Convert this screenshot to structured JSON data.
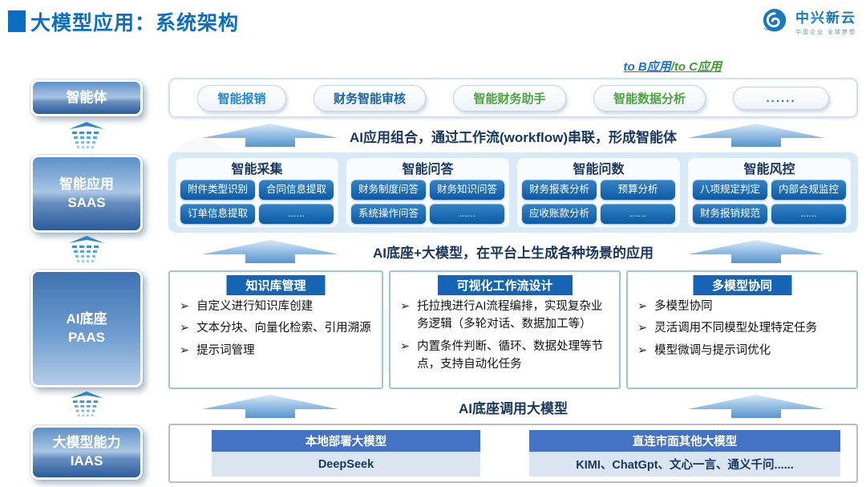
{
  "colors": {
    "title_blue": "#0a6fc2",
    "dark_navy_text": "#17365d",
    "chip_blue_top": "#3584c6",
    "chip_blue_bottom": "#0d5aa5",
    "saas_band_bg": "#d8e9f7",
    "paas_border": "#9dc3e6",
    "paas_tab_bg": "#1565b4",
    "table_header_bg": "#4472c4",
    "table_body_bg": "#dbe5f1",
    "green_accent": "#4ba43f",
    "brand_blue": "#1879be"
  },
  "header": {
    "title": "大模型应用：系统架构",
    "logo_name": "中兴新云",
    "logo_tagline": "中国企业  全球梦想"
  },
  "annotation": {
    "to_b": "to B应用",
    "to_c": "/to C应用"
  },
  "sidebar": {
    "layers": [
      {
        "label": "智能体"
      },
      {
        "label": "智能应用\nSAAS"
      },
      {
        "label": "AI底座\nPAAS"
      },
      {
        "label": "大模型能力\nIAAS"
      }
    ]
  },
  "agent_row": {
    "buttons": [
      {
        "label": "智能报销"
      },
      {
        "label": "财务智能审核"
      },
      {
        "label": "智能财务助手"
      },
      {
        "label": "智能数据分析"
      },
      {
        "label": "......"
      }
    ]
  },
  "flow_arrows": [
    {
      "text": "AI应用组合，通过工作流(workflow)串联，形成智能体"
    },
    {
      "text": "AI底座+大模型，在平台上生成各种场景的应用"
    },
    {
      "text": "AI底座调用大模型"
    }
  ],
  "saas_row": {
    "groups": [
      {
        "title": "智能采集",
        "chips": [
          "附件类型识别",
          "合同信息提取",
          "订单信息提取",
          "......"
        ]
      },
      {
        "title": "智能问答",
        "chips": [
          "财务制度问答",
          "财务知识问答",
          "系统操作问答",
          "......"
        ]
      },
      {
        "title": "智能问数",
        "chips": [
          "财务报表分析",
          "预算分析",
          "应收账款分析",
          "......"
        ]
      },
      {
        "title": "智能风控",
        "chips": [
          "八项规定判定",
          "内部合规监控",
          "财务报销规范",
          "......"
        ]
      }
    ]
  },
  "paas_row": {
    "cards": [
      {
        "title": "知识库管理",
        "bullets": [
          "自定义进行知识库创建",
          "文本分块、向量化检索、引用溯源",
          "提示词管理"
        ]
      },
      {
        "title": "可视化工作流设计",
        "bullets": [
          "托拉拽进行AI流程编排，实现复杂业务逻辑（多轮对话、数据加工等）",
          "内置条件判断、循环、数据处理等节点，支持自动化任务"
        ]
      },
      {
        "title": "多模型协同",
        "bullets": [
          "多模型协同",
          "灵活调用不同模型处理特定任务",
          "模型微调与提示词优化"
        ]
      }
    ]
  },
  "iaas_row": {
    "tables": [
      {
        "header": "本地部署大模型",
        "body": "DeepSeek"
      },
      {
        "header": "直连市面其他大模型",
        "body": "KIMI、ChatGpt、文心一言、通义千问......"
      }
    ]
  },
  "bullet_marker": "➢"
}
